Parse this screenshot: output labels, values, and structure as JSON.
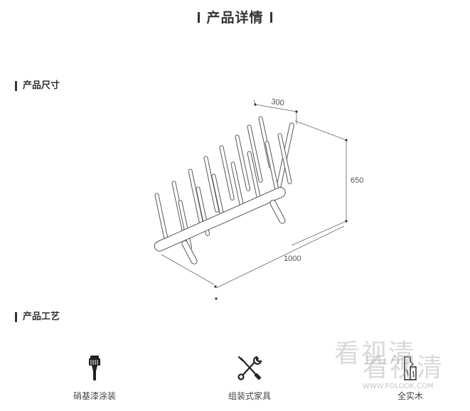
{
  "header": {
    "title": "产品详情"
  },
  "size_section": {
    "heading": "产品尺寸",
    "dimensions": {
      "depth": "300",
      "height": "650",
      "width": "1000"
    }
  },
  "craft_section": {
    "heading": "产品工艺",
    "items": [
      {
        "label": "硝基漆涂装",
        "icon": "paint-scraper-icon"
      },
      {
        "label": "组装式家具",
        "icon": "tools-icon"
      },
      {
        "label": "全实木",
        "icon": "wood-icon"
      }
    ]
  },
  "watermark": {
    "text_1": "看视清",
    "text_2": "看视清",
    "url": "WWW.FOLOOK.COM"
  },
  "colors": {
    "text": "#333333",
    "line": "#555555",
    "background": "#ffffff"
  }
}
